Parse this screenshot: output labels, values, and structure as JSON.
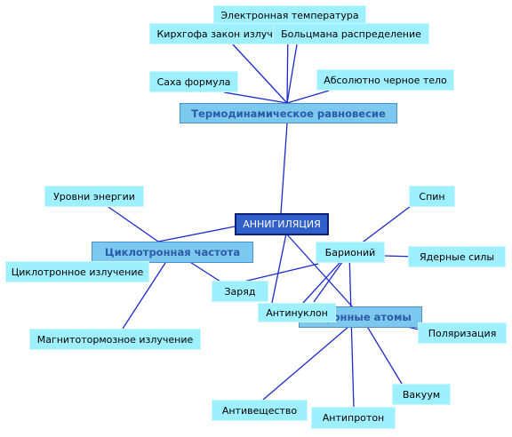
{
  "colors": {
    "edge": "#1c2ad0",
    "leaf": "#9ff0ff",
    "hub": "#7cc8ef",
    "hub_text": "#2a5aa8",
    "center": "#2f5fc8"
  },
  "diagram": {
    "center": "АННИГИЛЯЦИЯ",
    "hubs": {
      "thermo": "Термодинамическое равновесие",
      "cyclo": "Циклотронная частота",
      "hadron": "Адронные атомы"
    },
    "leaves": {
      "electron_temp": "Электронная температура",
      "kirchhoff": "Кирхгофа закон излучения",
      "boltzmann": "Больцмана распределение",
      "saha": "Саха формула",
      "blackbody": "Абсолютно черное тело",
      "energy_levels": "Уровни энергии",
      "cyclotron_rad": "Циклотронное излучение",
      "charge": "Заряд",
      "antinucleon": "Антинуклон",
      "brems": "Магнитотормозное излучение",
      "spin": "Спин",
      "baryonium": "Барионий",
      "nuclear_force": "Ядерные силы",
      "polarization": "Поляризация",
      "vacuum": "Вакуум",
      "antimatter": "Антивещество",
      "antiproton": "Антипротон"
    }
  }
}
